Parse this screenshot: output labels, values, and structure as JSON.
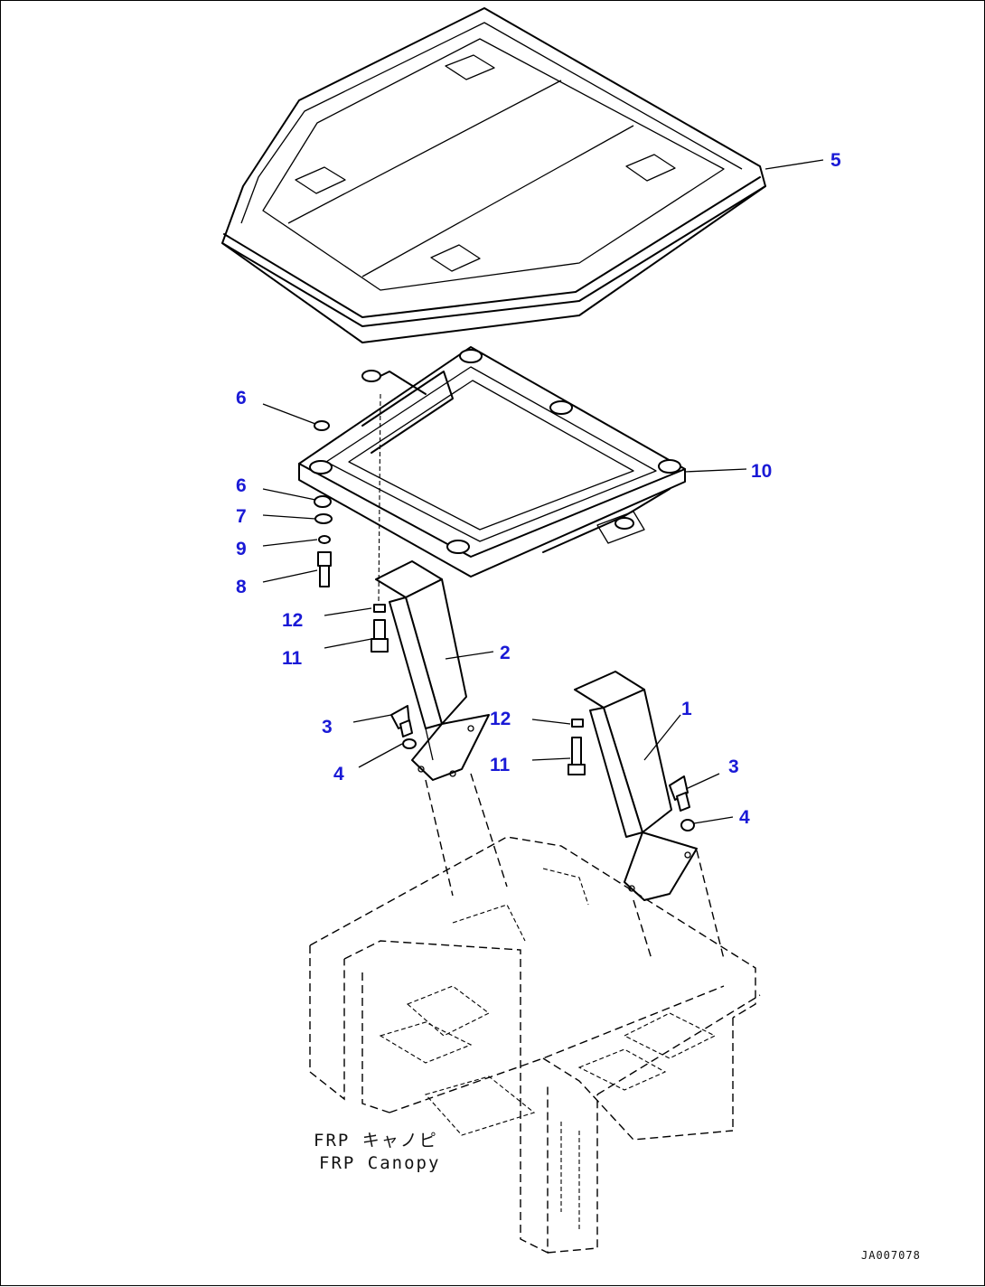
{
  "diagram": {
    "callouts": [
      {
        "id": "c5",
        "label": "5"
      },
      {
        "id": "c10",
        "label": "10"
      },
      {
        "id": "c6a",
        "label": "6"
      },
      {
        "id": "c6b",
        "label": "6"
      },
      {
        "id": "c7",
        "label": "7"
      },
      {
        "id": "c9",
        "label": "9"
      },
      {
        "id": "c8",
        "label": "8"
      },
      {
        "id": "c12a",
        "label": "12"
      },
      {
        "id": "c11a",
        "label": "11"
      },
      {
        "id": "c2",
        "label": "2"
      },
      {
        "id": "c3a",
        "label": "3"
      },
      {
        "id": "c4a",
        "label": "4"
      },
      {
        "id": "c12b",
        "label": "12"
      },
      {
        "id": "c11b",
        "label": "11"
      },
      {
        "id": "c1",
        "label": "1"
      },
      {
        "id": "c3b",
        "label": "3"
      },
      {
        "id": "c4b",
        "label": "4"
      }
    ],
    "caption_jp": "FRP キャノピ",
    "caption_en": "FRP Canopy",
    "doc_id": "JA007078"
  }
}
